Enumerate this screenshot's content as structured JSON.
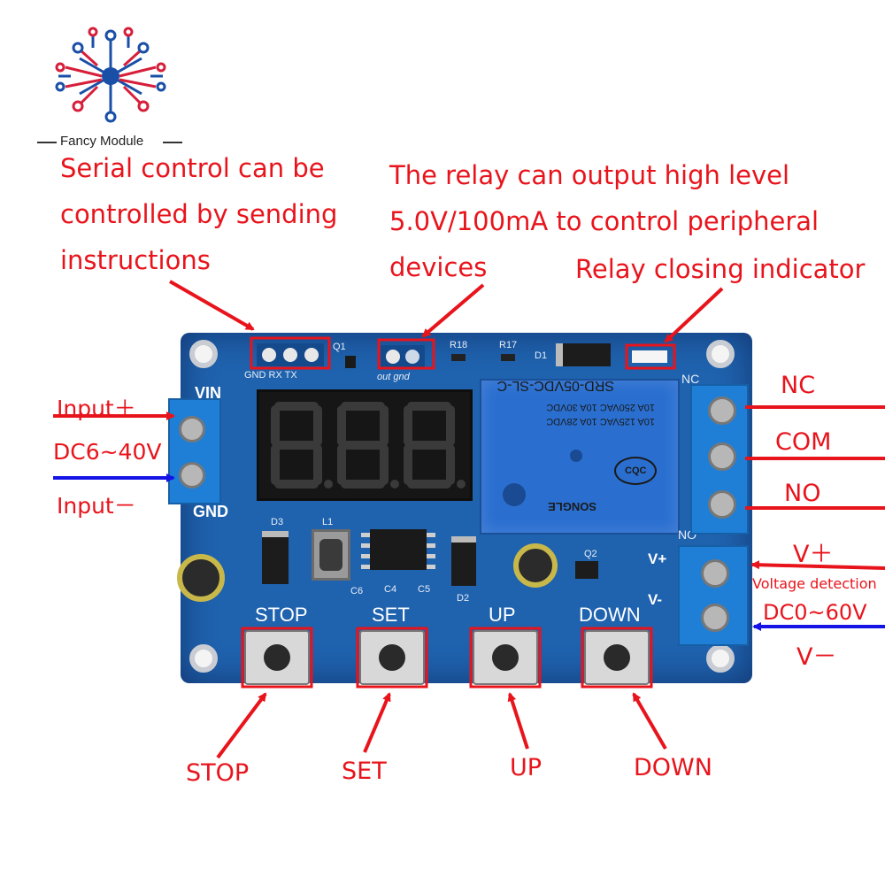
{
  "brand": {
    "name": "Fancy Module",
    "logo_icon": "circuit-logo-icon"
  },
  "annotations": {
    "serial_control": [
      "Serial control can be",
      "controlled by sending",
      "instructions"
    ],
    "relay_output": [
      "The relay can output high level",
      "5.0V/100mA to control peripheral",
      "devices"
    ],
    "relay_indicator": "Relay closing indicator"
  },
  "left_side": {
    "input_plus": "Input＋",
    "voltage_range": "DC6~40V",
    "input_minus": "Input－"
  },
  "right_side": {
    "nc": "NC",
    "com": "COM",
    "no": "NO",
    "v_plus": "V＋",
    "voltage_detection": "Voltage detection",
    "detect_range": "DC0~60V",
    "v_minus": "V－"
  },
  "bottom_labels": [
    "STOP",
    "SET",
    "UP",
    "DOWN"
  ],
  "board": {
    "vin": "VIN",
    "gnd": "GND",
    "serial_header": "GND RX TX",
    "out_header": "out gnd",
    "nc": "NC",
    "no": "NO",
    "v_plus": "V+",
    "v_minus": "V-",
    "buttons": [
      "STOP",
      "SET",
      "UP",
      "DOWN"
    ],
    "refs": {
      "q1": "Q1",
      "r18": "R18",
      "r17": "R17",
      "d1": "D1",
      "d3": "D3",
      "l1": "L1",
      "c6": "C6",
      "c4": "C4",
      "c5": "C5",
      "d2": "D2",
      "q2": "Q2"
    },
    "relay_lines": [
      "SRD-05VDC-SL-C",
      "10A 250VAC  10A 30VDC",
      "10A 125VAC  10A 28VDC"
    ],
    "relay_brand": "SONGLE",
    "relay_cert": "CQC"
  },
  "colors": {
    "annotation_red": "#e8141c",
    "arrow_blue": "#1414e6",
    "pcb_blue": "#1f62ae",
    "terminal_blue": "#1f7fd6"
  }
}
